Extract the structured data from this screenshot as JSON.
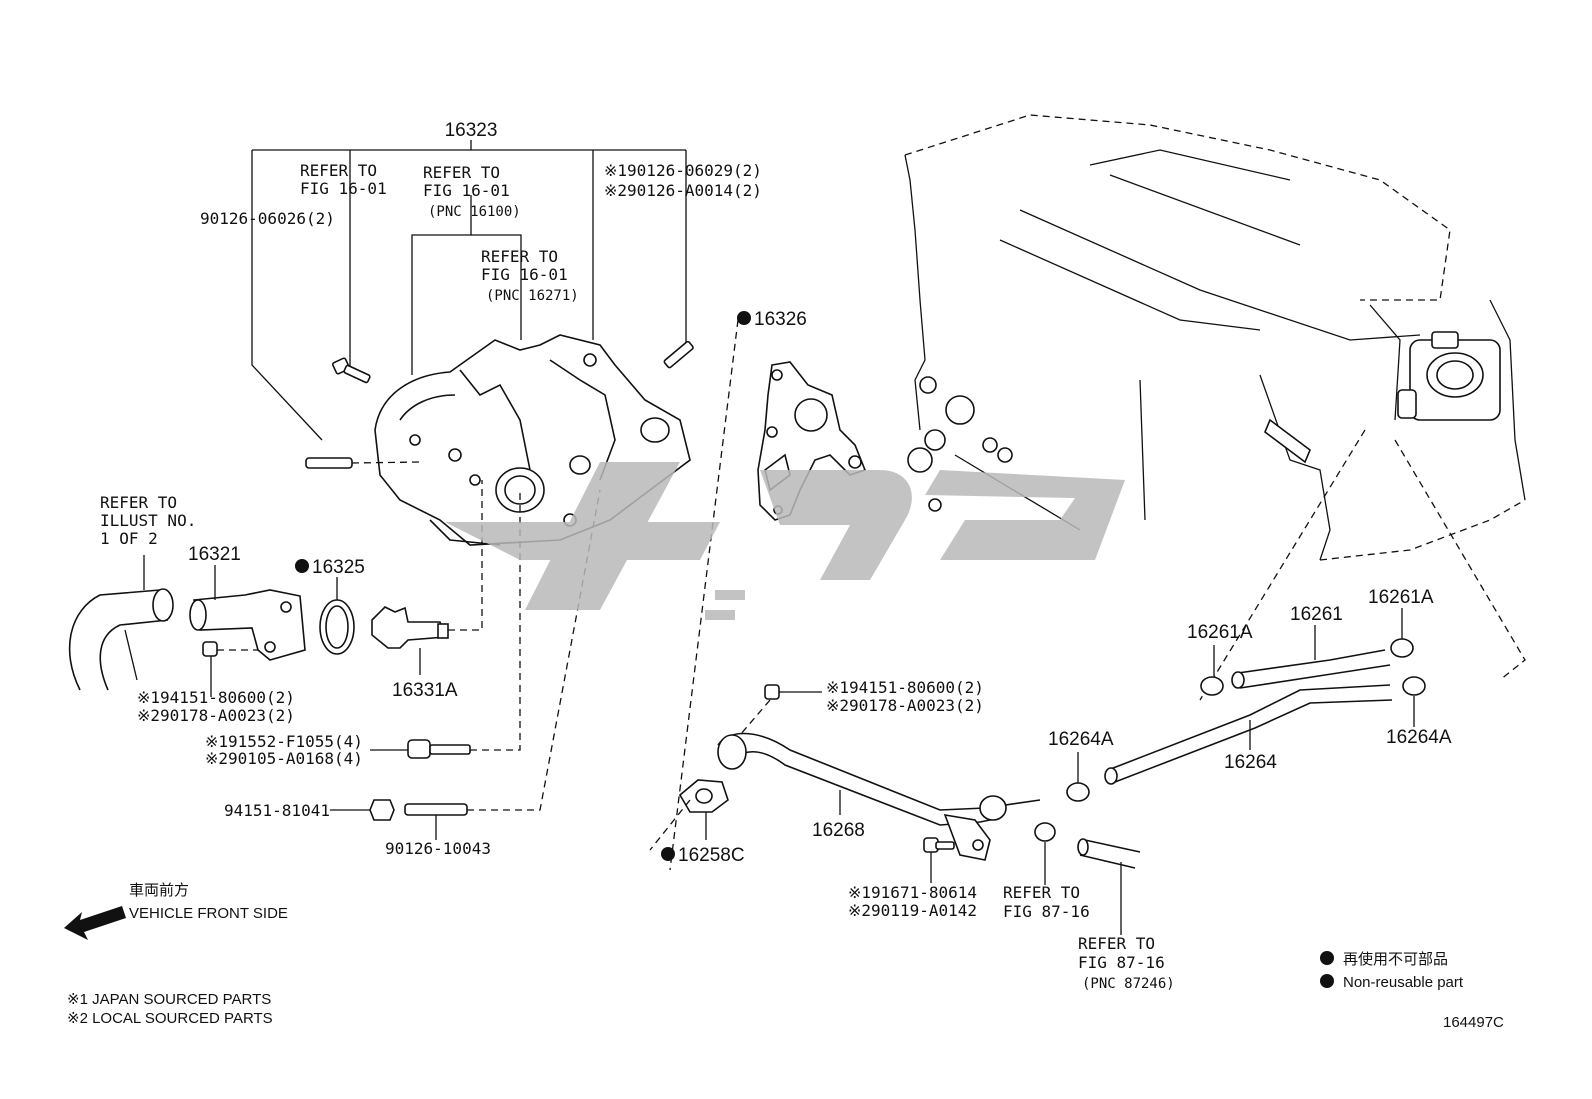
{
  "labels": {
    "p16323": "16323",
    "refer1_a": "REFER TO",
    "refer1_b": "FIG 16-01",
    "refer2_a": "REFER TO",
    "refer2_b": "FIG 16-01",
    "refer2_c": "(PNC 16100)",
    "refer3_a": "REFER TO",
    "refer3_b": "FIG 16-01",
    "refer3_c": "(PNC 16271)",
    "bolt_a": "※190126-06029(2)",
    "bolt_b": "※290126-A0014(2)",
    "stud_left": "90126-06026(2)",
    "p16326": "16326",
    "refer_illust_a": "REFER TO",
    "refer_illust_b": "ILLUST NO.",
    "refer_illust_c": "1 OF 2",
    "p16321": "16321",
    "p16325": "16325",
    "p16331A": "16331A",
    "nut_a": "※194151-80600(2)",
    "nut_b": "※290178-A0023(2)",
    "bolt2_a": "※191552-F1055(4)",
    "bolt2_b": "※290105-A0168(4)",
    "nut3": "94151-81041",
    "stud3": "90126-10043",
    "p16258C": "16258C",
    "nut4_a": "※194151-80600(2)",
    "nut4_b": "※290178-A0023(2)",
    "p16268": "16268",
    "bolt4_a": "※191671-80614",
    "bolt4_b": "※290119-A0142",
    "refer87_a": "REFER TO",
    "refer87_b": "FIG 87-16",
    "refer87b_a": "REFER TO",
    "refer87b_b": "FIG 87-16",
    "refer87b_c": "(PNC 87246)",
    "p16261A_left": "16261A",
    "p16261": "16261",
    "p16261A_right": "16261A",
    "p16264A_left": "16264A",
    "p16264": "16264",
    "p16264A_right": "16264A"
  },
  "legend": {
    "front_jp": "車両前方",
    "front_en": "VEHICLE FRONT SIDE",
    "non_reusable_jp": "再使用不可部品",
    "non_reusable_en": "Non-reusable part",
    "note1": "※1 JAPAN SOURCED PARTS",
    "note2": "※2 LOCAL SOURCED PARTS",
    "ref_code": "164497C"
  },
  "colors": {
    "ink": "#111111",
    "watermark": "#b9b9b9"
  },
  "watermark_icon": "store-logo-watermark"
}
